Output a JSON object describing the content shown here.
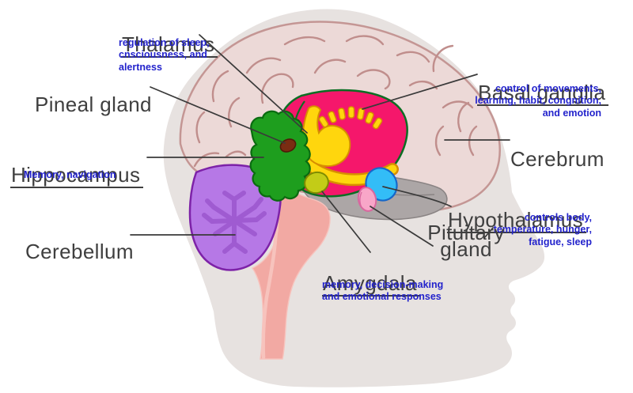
{
  "figure_type": "brain-anatomy-diagram",
  "labels": {
    "thalamus": {
      "title": "Thalamus",
      "desc": "regulation of sleep,\ncnsciousness, and\nalertness"
    },
    "pineal": {
      "title": "Pineal gland"
    },
    "hippocampus": {
      "title": "Hippocampus",
      "desc": "Memory, navigation"
    },
    "cerebellum": {
      "title": "Cerebellum"
    },
    "basal_ganglia": {
      "title": "Basal ganglia",
      "desc": "control of movements,\nlearning, habit, congnition,\nand emotion"
    },
    "cerebrum": {
      "title": "Cerebrum"
    },
    "hypothalamus": {
      "title": "Hypothalamus",
      "desc": "controls body,\ntemperature, hunger,\nfatigue, sleep"
    },
    "pituitary": {
      "title": "Pituitary\ngland"
    },
    "amygdala": {
      "title": "Amygdala",
      "desc": "memory, decision-making\nand emotional responses"
    }
  },
  "colors": {
    "head": "#e7e2e0",
    "cerebrum": "#ecd9d7",
    "cerebrum_outline": "#c49694",
    "sulci": "#c08e8c",
    "cerebellum": "#b678e6",
    "cerebellum_outline": "#7d22a8",
    "cerebellum_pattern": "#9d58cf",
    "brainstem": "#f2a9a3",
    "brainstem_inner": "#f7c3bd",
    "pons": "#aca6a6",
    "pons_outline": "#8a8484",
    "basal_ganglia": "#f5176b",
    "basal_ganglia_outline": "#0b6e23",
    "thalamus": "#ffd60d",
    "thalamus_outline": "#d78e00",
    "pineal": "#7a2c12",
    "pineal_outline": "#4f1a08",
    "hippocampus": "#1e9e1e",
    "hippocampus_outline": "#0a6b10",
    "amygdala": "#c3cc17",
    "amygdala_outline": "#7f8c00",
    "hypothalamus": "#33bdf7",
    "hypothalamus_outline": "#1668c9",
    "pituitary": "#f8a6c8",
    "pituitary_outline": "#d9679f",
    "label_text": "#3f3f3f",
    "desc_text": "#2323cc",
    "leader": "#3a3a3a"
  }
}
